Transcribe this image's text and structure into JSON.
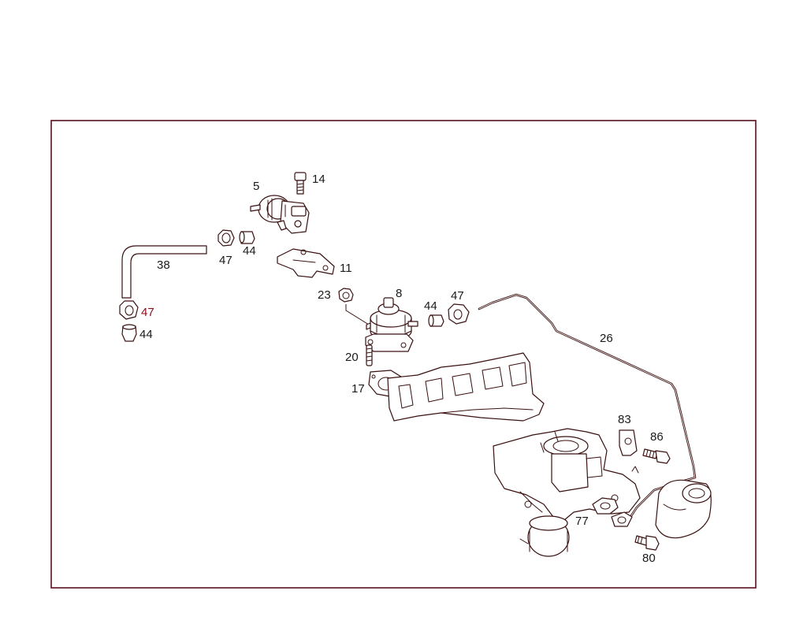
{
  "labels": {
    "p5": "5",
    "p14": "14",
    "p38": "38",
    "p47a": "47",
    "p44a": "44",
    "p11": "11",
    "p47b": "47",
    "p44b": "44",
    "p23": "23",
    "p8": "8",
    "p44c": "44",
    "p47c": "47",
    "p26": "26",
    "p20": "20",
    "p17": "17",
    "p83": "83",
    "p86": "86",
    "p77": "77",
    "p80": "80"
  },
  "colors": {
    "frame": "#5a0f1e",
    "line": "#3a1010",
    "accent_label": "#8a1020"
  }
}
